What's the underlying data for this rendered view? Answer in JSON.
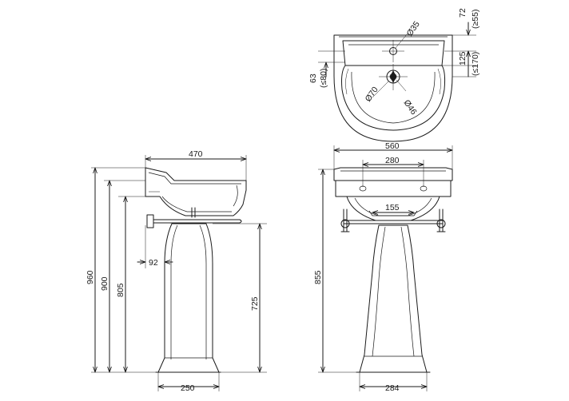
{
  "dimensions": {
    "top_view": {
      "tap_hole_dia": "Ø35",
      "waste_dia_outer": "Ø70",
      "waste_dia_inner": "Ø46",
      "depth_back_left": "63",
      "depth_back_left_limit": "(≤80)",
      "back_edge_right": "72",
      "back_edge_right_limit": "(≥55)",
      "front_depth_right": "125",
      "front_depth_right_limit": "(≤170)"
    },
    "side_view": {
      "basin_depth": "470",
      "height_overall": "960",
      "height_rim": "900",
      "height_waste": "805",
      "wall_to_pedestal": "92",
      "pedestal_height": "725",
      "pedestal_base_depth": "250"
    },
    "front_view": {
      "basin_width": "560",
      "tap_hole_centres": "280",
      "bowl_outlet_width": "155",
      "pedestal_height": "855",
      "pedestal_base_width": "284"
    }
  }
}
